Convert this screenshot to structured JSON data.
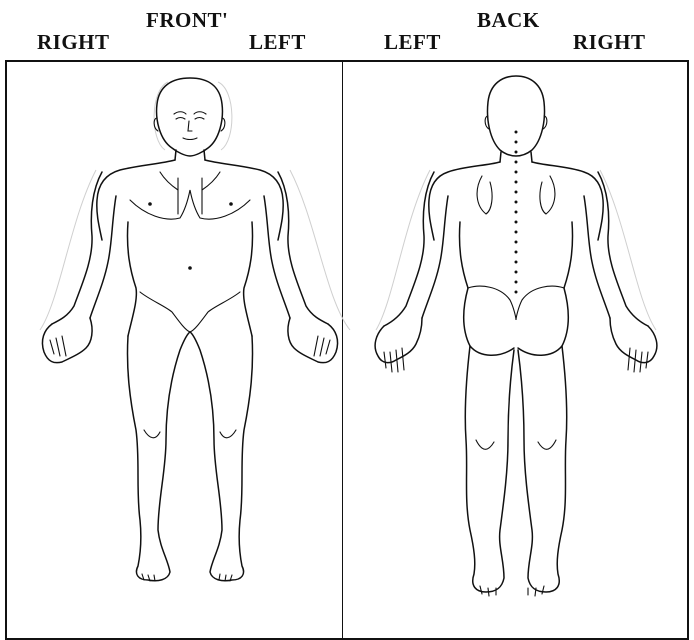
{
  "front": {
    "title": "FRONT'",
    "right_label": "RIGHT",
    "left_label": "LEFT"
  },
  "back": {
    "title": "BACK",
    "left_label": "LEFT",
    "right_label": "RIGHT"
  },
  "colors": {
    "line": "#111111",
    "background": "#ffffff"
  }
}
